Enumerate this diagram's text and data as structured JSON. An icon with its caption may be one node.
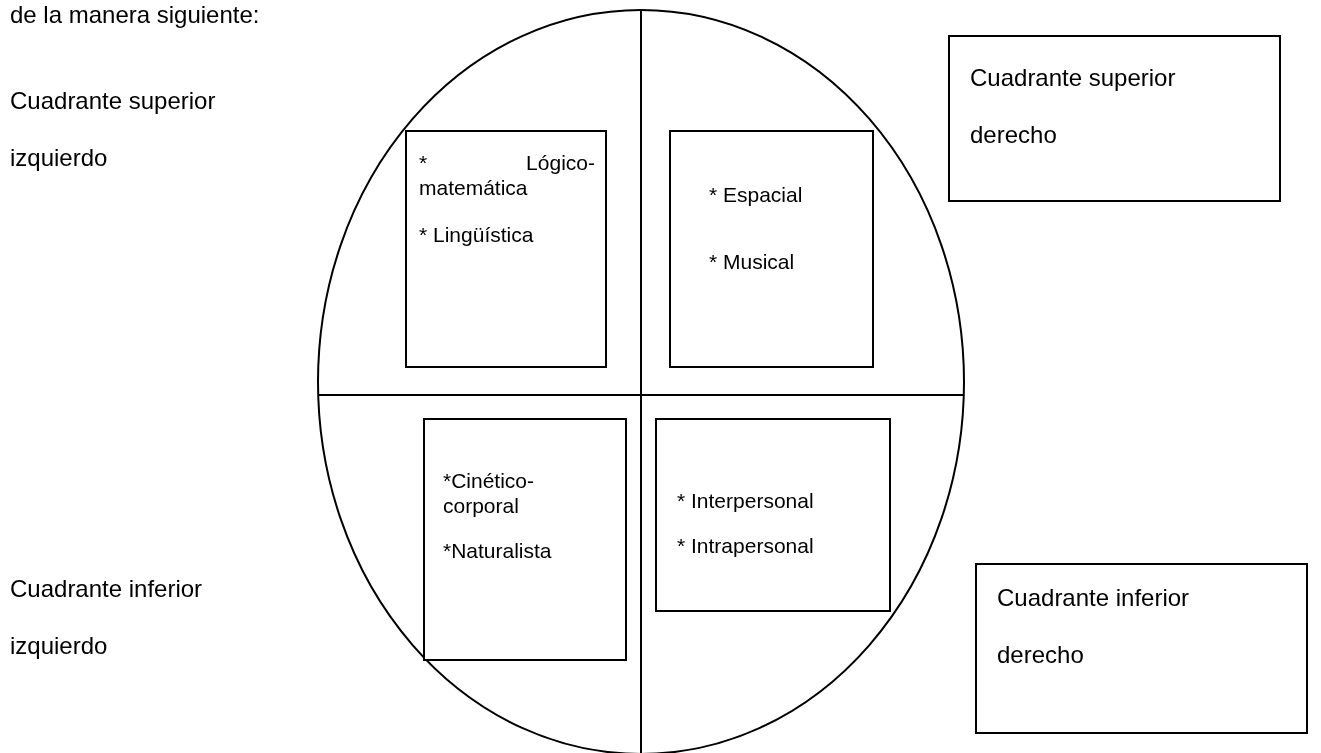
{
  "diagram": {
    "nodes": [
      {
        "text": [
          "* Lógico-matemática",
          "* Lingüística"
        ]
      },
      {
        "text": [
          "* Espacial",
          "* Musical"
        ]
      },
      {
        "text": [
          "*Cinético-corporal",
          "*Naturalista"
        ]
      },
      {
        "text": [
          "* Interpersonal",
          "* Intrapersonal"
        ]
      },
      {
        "text": [
          "Cuadrante superior derecho"
        ]
      },
      {
        "text": [
          "Cuadrante inferior derecho"
        ]
      }
    ],
    "edges": [],
    "labels": [
      "de la manera siguiente:",
      "Cuadrante superior izquierdo",
      "Cuadrante inferior izquierdo"
    ]
  }
}
